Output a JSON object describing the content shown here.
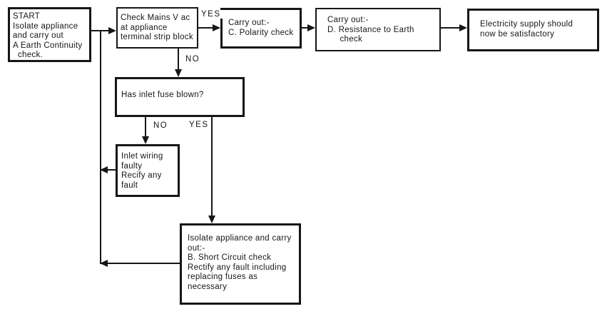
{
  "diagram": {
    "type": "flowchart",
    "subject": "Electricity supply fault-finding procedure",
    "colors": {
      "background": "#ffffff",
      "line": "#161616",
      "text": "#161616"
    },
    "boxes": {
      "start": "START\nIsolate appliance\nand carry out\nA Earth Continuity\n  check.",
      "check_mains": "Check Mains V ac\nat appliance\nterminal strip block",
      "polarity": "Carry out:-\nC. Polarity check",
      "resistance": "Carry out:-\nD. Resistance to Earth\n     check",
      "electricity": "Electricity supply should\nnow be satisfactory",
      "fuse": "Has inlet fuse blown?",
      "inlet_wiring": "Inlet wiring\nfaulty\nRecify any\nfault",
      "short_circuit": "Isolate appliance and carry\nout:-\nB. Short Circuit check\nRectify any fault including\nreplacing fuses as\nnecessary"
    },
    "labels": {
      "yes_mains": "YES",
      "no_mains": "NO",
      "no_fuse": "NO",
      "yes_fuse": "YES"
    }
  }
}
